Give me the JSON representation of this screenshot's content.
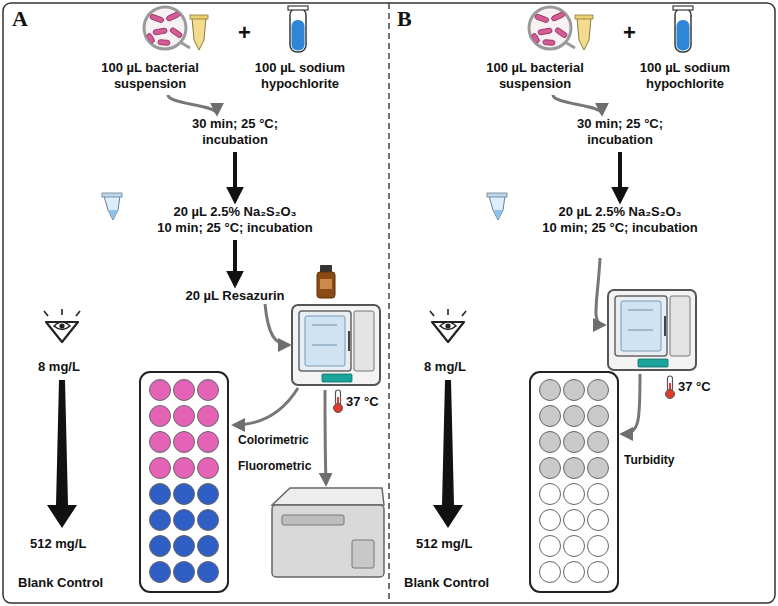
{
  "diagram": {
    "nodes": [
      {
        "text": [
          "A"
        ]
      },
      {
        "text": [
          "100 µL bacterial suspension"
        ],
        "in": 0
      },
      {
        "text": [
          "100 µL sodium hypochlorite"
        ],
        "in": 0
      },
      {
        "text": [
          "30 min; 25 °C; incubation"
        ],
        "in": 0
      },
      {
        "text": [
          "20 µL 2.5% Na₂S₂O₃",
          "10 min; 25 °C; incubation"
        ],
        "in": 0
      },
      {
        "text": [
          "20 µL Resazurin"
        ],
        "in": 0
      },
      {
        "text": [
          "B"
        ]
      },
      {
        "text": [
          "100 µL bacterial suspension"
        ],
        "in": 6
      },
      {
        "text": [
          "100 µL sodium hypochlorite"
        ],
        "in": 6
      },
      {
        "text": [
          "30 min; 25 °C; incubation"
        ],
        "in": 6
      },
      {
        "text": [
          "20 µL 2.5% Na₂S₂O₃",
          "10 min; 25 °C; incubation"
        ],
        "in": 6
      }
    ],
    "edges": [
      {
        "from": 1,
        "to": 3,
        "arrow": "to"
      },
      {
        "from": 3,
        "to": 4,
        "arrow": "to"
      },
      {
        "from": 4,
        "to": 5,
        "arrow": "to"
      },
      {
        "from": 7,
        "to": 9,
        "arrow": "to"
      },
      {
        "from": 9,
        "to": 10,
        "arrow": "to"
      }
    ],
    "labels": [
      "+",
      "37 °C",
      "Colorimetric",
      "Fluorometric",
      "8 mg/L",
      "512 mg/L",
      "Blank Control",
      "+",
      "37 °C",
      "Turbidity",
      "8 mg/L",
      "512 mg/L",
      "Blank Control"
    ]
  }
}
